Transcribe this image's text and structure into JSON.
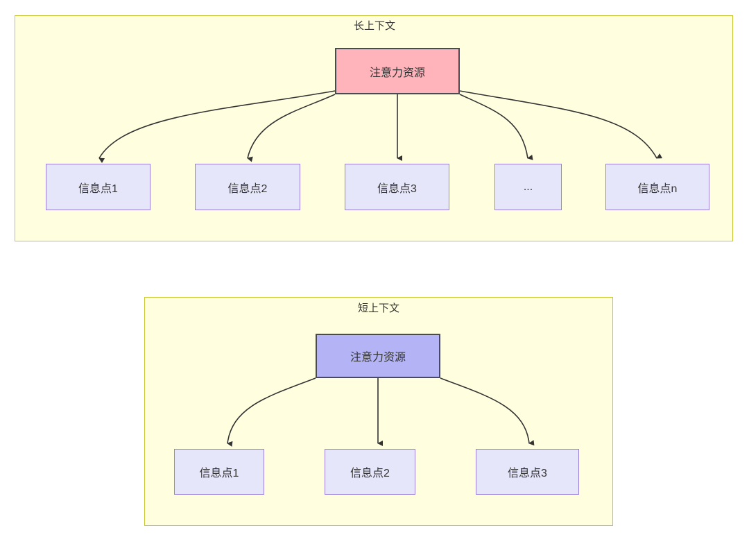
{
  "diagram": {
    "type": "flowchart",
    "groups": [
      {
        "id": "long-context",
        "title": "长上下文",
        "root": {
          "label": "注意力资源",
          "fill": "#ffb3ba",
          "stroke": "#4a4a52"
        },
        "children": [
          {
            "label": "信息点1"
          },
          {
            "label": "信息点2"
          },
          {
            "label": "信息点3"
          },
          {
            "label": "..."
          },
          {
            "label": "信息点n"
          }
        ]
      },
      {
        "id": "short-context",
        "title": "短上下文",
        "root": {
          "label": "注意力资源",
          "fill": "#b3b3f5",
          "stroke": "#4a4a52"
        },
        "children": [
          {
            "label": "信息点1"
          },
          {
            "label": "信息点2"
          },
          {
            "label": "信息点3"
          }
        ]
      }
    ],
    "colors": {
      "group_fill": "#ffffe0",
      "group_stroke": "#c8c832",
      "node_fill": "#e6e6fa",
      "node_stroke": "#9a7fd8",
      "edge": "#333333",
      "text": "#333333"
    }
  }
}
